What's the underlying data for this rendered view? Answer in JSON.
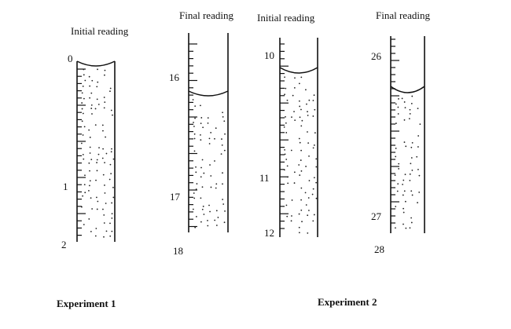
{
  "experiments": [
    {
      "name": "Experiment 1",
      "panels": [
        {
          "heading": "Initial reading",
          "labels": [
            "0",
            "1",
            "2"
          ]
        },
        {
          "heading": "Final reading",
          "labels": [
            "16",
            "17",
            "18"
          ]
        }
      ]
    },
    {
      "name": "Experiment 2",
      "panels": [
        {
          "heading": "Initial reading",
          "labels": [
            "10",
            "11",
            "12"
          ]
        },
        {
          "heading": "Final reading",
          "labels": [
            "26",
            "27",
            "28"
          ]
        }
      ]
    }
  ]
}
